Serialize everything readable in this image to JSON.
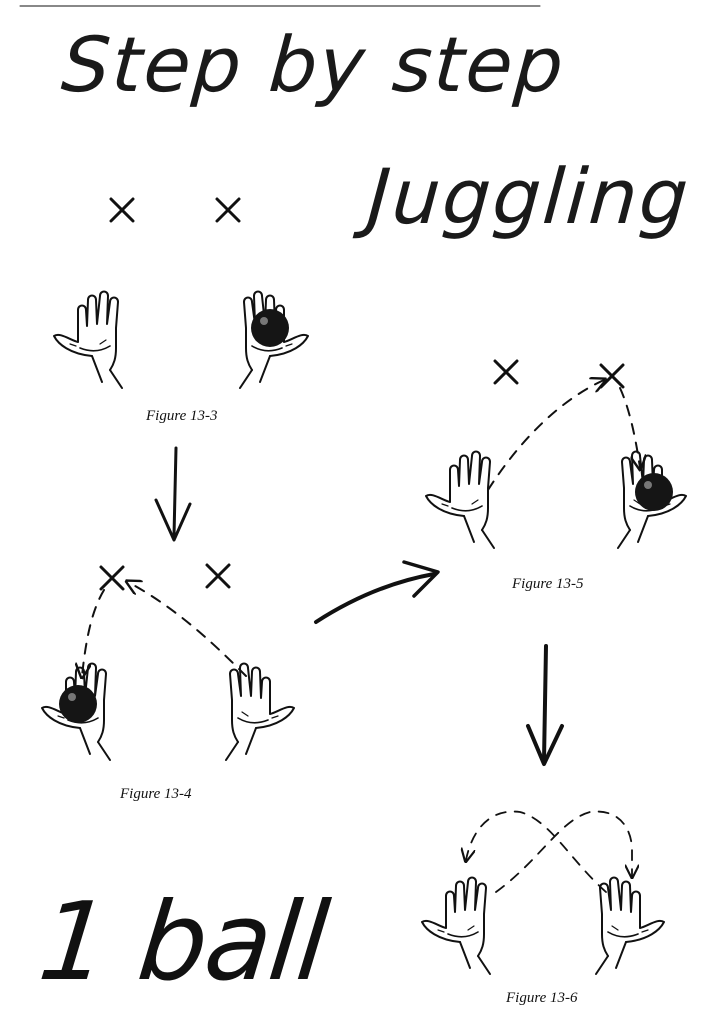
{
  "title": {
    "line1": "Step by step",
    "line2": "Juggling"
  },
  "ball_count_label": "1 ball",
  "figures": [
    {
      "id": "fig-13-3",
      "caption": "Figure 13-3"
    },
    {
      "id": "fig-13-4",
      "caption": "Figure 13-4"
    },
    {
      "id": "fig-13-5",
      "caption": "Figure 13-5"
    },
    {
      "id": "fig-13-6",
      "caption": "Figure 13-6"
    }
  ],
  "icons": {
    "target_mark": "x-mark-icon",
    "hand": "open-hand-icon",
    "ball": "ball-icon",
    "step_arrow": "arrow-icon"
  },
  "colors": {
    "ink": "#111111",
    "paper": "#ffffff",
    "ball": "#151515"
  }
}
